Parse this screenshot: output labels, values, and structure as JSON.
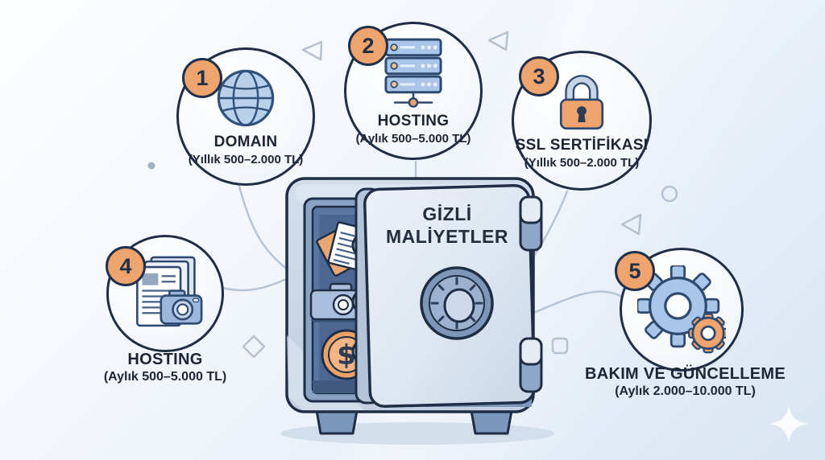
{
  "title": "GİZLİ MALİYETLER",
  "coin_symbol": "$",
  "items": [
    {
      "number": "1",
      "label": "DOMAIN",
      "price": "(Yıllık 500–2.000 TL)",
      "icon": "globe-icon"
    },
    {
      "number": "2",
      "label": "HOSTING",
      "price": "(Aylık 500–5.000 TL)",
      "icon": "server-icon"
    },
    {
      "number": "3",
      "label": "SSL SERTİFİKASI",
      "price": "(Yıllık 500–2.000 TL)",
      "icon": "padlock-icon"
    },
    {
      "number": "4",
      "label": "HOSTING",
      "price": "(Aylık 500–5.000 TL)",
      "icon": "documents-camera-icon"
    },
    {
      "number": "5",
      "label": "BAKIM VE GÜNCELLEME",
      "price": "(Aylık 2.000–10.000 TL)",
      "icon": "gears-icon"
    }
  ],
  "colors": {
    "accent_orange": "#EFA36D",
    "outline_navy": "#1F2E45",
    "circle_fill": "#F7FAFD",
    "connector": "#B5C5D7",
    "safe_body": "#C8D5E6",
    "safe_door": "#E4EBF4",
    "text": "#1C2534",
    "background_start": "#FDFEFF",
    "background_end": "#D9E5F2"
  }
}
